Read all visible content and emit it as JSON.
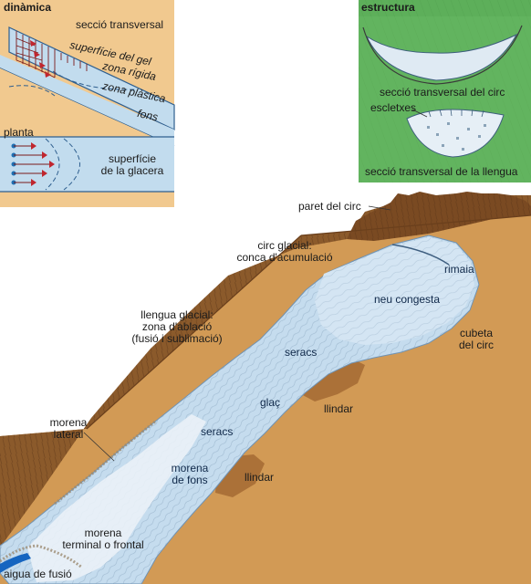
{
  "colors": {
    "rock": "#8b5a2b",
    "rock_dark": "#5a3417",
    "ground": "#d29a55",
    "ice": "#c5dcee",
    "ice_light": "#e4eef6",
    "panel_tan": "#f1c98f",
    "panel_green": "#5daf5a",
    "flow_arrow": "#c0262e",
    "water": "#1565c0"
  },
  "insets": {
    "dinamica": {
      "title": "dinàmica",
      "section_label": "secció transversal",
      "surface_label": "superfície del gel",
      "rigid_label": "zona rígida",
      "plastic_label": "zona plàstica",
      "bed_label": "fons",
      "plan_label": "planta",
      "plan_surface_label": "superfície\nde la glacera"
    },
    "estructura": {
      "title": "estructura",
      "cirque_section_label": "secció transversal del circ",
      "crevasse_label": "escletxes",
      "tongue_section_label": "secció transversal de la llengua"
    }
  },
  "main": {
    "labels": {
      "cirque_wall": "paret del circ",
      "cirque": "circ glacial:\nconca d'acumulació",
      "bergschrund": "rimaia",
      "firn": "neu congesta",
      "basin": "cubeta\ndel circ",
      "tongue": "llengua glacial:\nzona d'ablació\n(fusió i sublimació)",
      "seracs_upper": "seracs",
      "ice": "glaç",
      "threshold_upper": "llindar",
      "lateral_moraine": "morena\nlateral",
      "seracs_lower": "seracs",
      "ground_moraine": "morena\nde fons",
      "threshold_lower": "llindar",
      "terminal_moraine": "morena\nterminal o frontal",
      "meltwater": "aigua de fusió"
    }
  }
}
